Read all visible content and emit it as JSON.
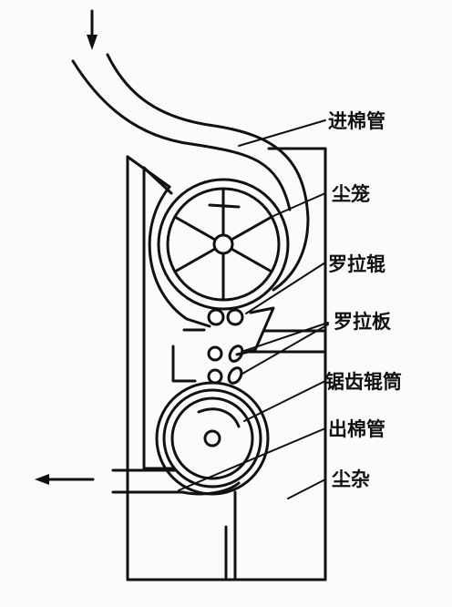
{
  "labels": {
    "inlet_pipe": "进棉管",
    "dust_cage": "尘笼",
    "roller": "罗拉辊",
    "roller_plate": "罗拉板",
    "saw_cylinder": "锯齿辊筒",
    "outlet_pipe": "出棉管",
    "dust_trash": "尘杂"
  },
  "colors": {
    "ink": "#111111",
    "paper": "#fbfbf9"
  }
}
